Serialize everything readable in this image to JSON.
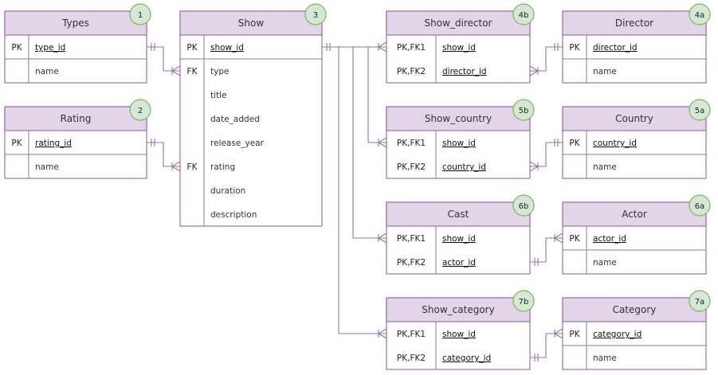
{
  "colors": {
    "header_fill": "#e1d5e7",
    "border": "#9673a6",
    "badge_fill": "#d5e8d4",
    "badge_border": "#82b366",
    "line": "#9673a6"
  },
  "tables": [
    {
      "id": "types",
      "title": "Types",
      "badge": "1",
      "rows": [
        {
          "key": "PK",
          "field": "type_id",
          "underline": true
        },
        {
          "key": "",
          "field": "name",
          "underline": false
        }
      ]
    },
    {
      "id": "rating",
      "title": "Rating",
      "badge": "2",
      "rows": [
        {
          "key": "PK",
          "field": "rating_id",
          "underline": true
        },
        {
          "key": "",
          "field": "name",
          "underline": false
        }
      ]
    },
    {
      "id": "show",
      "title": "Show",
      "badge": "3",
      "rows": [
        {
          "key": "PK",
          "field": "show_id",
          "underline": true
        },
        {
          "key": "FK",
          "field": "type",
          "underline": false
        },
        {
          "key": "",
          "field": "title",
          "underline": false
        },
        {
          "key": "",
          "field": "date_added",
          "underline": false
        },
        {
          "key": "",
          "field": "release_year",
          "underline": false
        },
        {
          "key": "FK",
          "field": "rating",
          "underline": false
        },
        {
          "key": "",
          "field": "duration",
          "underline": false
        },
        {
          "key": "",
          "field": "description",
          "underline": false
        }
      ]
    },
    {
      "id": "show_director",
      "title": "Show_director",
      "badge": "4b",
      "rows": [
        {
          "key": "PK,FK1",
          "field": "show_id",
          "underline": true
        },
        {
          "key": "PK,FK2",
          "field": "director_id",
          "underline": true
        }
      ]
    },
    {
      "id": "director",
      "title": "Director",
      "badge": "4a",
      "rows": [
        {
          "key": "PK",
          "field": "director_id",
          "underline": true
        },
        {
          "key": "",
          "field": "name",
          "underline": false
        }
      ]
    },
    {
      "id": "show_country",
      "title": "Show_country",
      "badge": "5b",
      "rows": [
        {
          "key": "PK,FK1",
          "field": "show_id",
          "underline": true
        },
        {
          "key": "PK,FK2",
          "field": "country_id",
          "underline": true
        }
      ]
    },
    {
      "id": "country",
      "title": "Country",
      "badge": "5a",
      "rows": [
        {
          "key": "PK",
          "field": "country_id",
          "underline": true
        },
        {
          "key": "",
          "field": "name",
          "underline": false
        }
      ]
    },
    {
      "id": "cast",
      "title": "Cast",
      "badge": "6b",
      "rows": [
        {
          "key": "PK,FK1",
          "field": "show_id",
          "underline": true
        },
        {
          "key": "PK,FK2",
          "field": "actor_id",
          "underline": true
        }
      ]
    },
    {
      "id": "actor",
      "title": "Actor",
      "badge": "6a",
      "rows": [
        {
          "key": "PK",
          "field": "actor_id",
          "underline": true
        },
        {
          "key": "",
          "field": "name",
          "underline": false
        }
      ]
    },
    {
      "id": "show_category",
      "title": "Show_category",
      "badge": "7b",
      "rows": [
        {
          "key": "PK,FK1",
          "field": "show_id",
          "underline": true
        },
        {
          "key": "PK,FK2",
          "field": "category_id",
          "underline": true
        }
      ]
    },
    {
      "id": "category",
      "title": "Category",
      "badge": "7a",
      "rows": [
        {
          "key": "PK",
          "field": "category_id",
          "underline": true
        },
        {
          "key": "",
          "field": "name",
          "underline": false
        }
      ]
    }
  ]
}
